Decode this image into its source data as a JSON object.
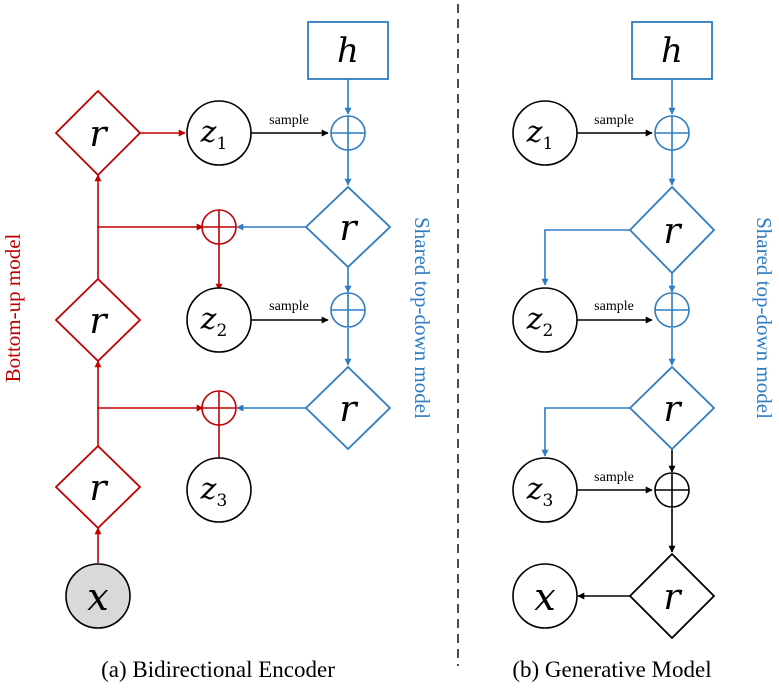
{
  "colors": {
    "bottom_up": "#c00000",
    "top_down": "#2e7cc1",
    "generative": "#000000",
    "observed_fill": "#d9d9d9"
  },
  "symbols": {
    "r": "r",
    "h": "h",
    "z": "z",
    "x": "x",
    "z1_sub": "1",
    "z2_sub": "2",
    "z3_sub": "3",
    "plus_op": "⊕"
  },
  "labels": {
    "sample": "sample",
    "bottom_up_model": "Bottom-up model",
    "shared_top_down_model": "Shared top-down model"
  },
  "captions": {
    "left": "(a) Bidirectional Encoder",
    "right": "(b) Generative Model"
  }
}
